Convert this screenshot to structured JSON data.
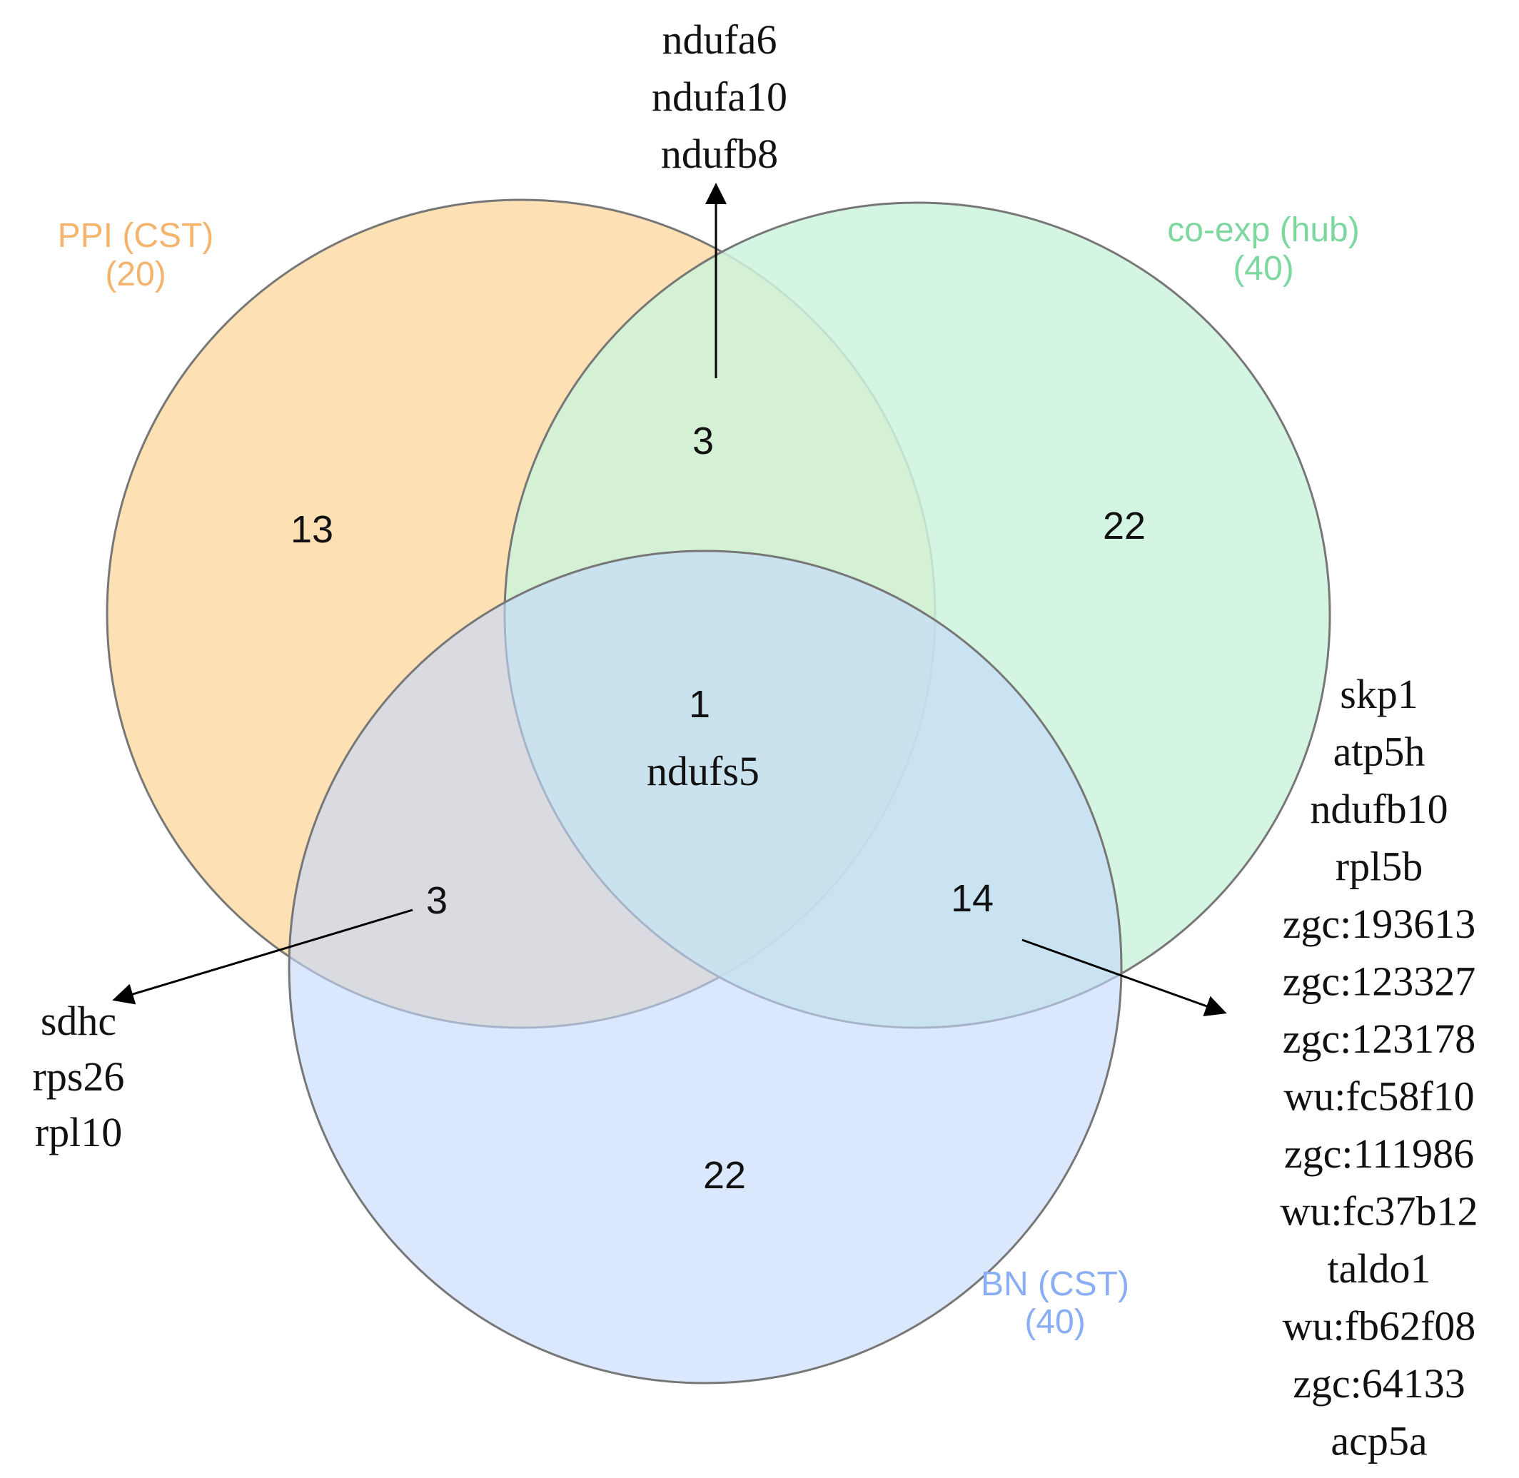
{
  "sets": {
    "ppi": {
      "name": "PPI (CST)",
      "size": "(20)",
      "fill": "#fde0b4",
      "label_color": "#f5b46e"
    },
    "coexp": {
      "name": "co-exp (hub)",
      "size": "(40)",
      "fill": "#cdf3dc",
      "label_color": "#7fd7a0"
    },
    "bn": {
      "name": "BN (CST)",
      "size": "(40)",
      "fill": "#c4d9fb",
      "label_color": "#8aaef5"
    }
  },
  "regions": {
    "ppi_only": "13",
    "coexp_only": "22",
    "bn_only": "22",
    "ppi_coexp": "3",
    "ppi_bn": "3",
    "coexp_bn": "14",
    "all_three": "1"
  },
  "genes": {
    "all_three": "ndufs5",
    "ppi_coexp": [
      "ndufa6",
      "ndufa10",
      "ndufb8"
    ],
    "ppi_bn": [
      "sdhc",
      "rps26",
      "rpl10"
    ],
    "coexp_bn": [
      "skp1",
      "atp5h",
      "ndufb10",
      "rpl5b",
      "zgc:193613",
      "zgc:123327",
      "zgc:123178",
      "wu:fc58f10",
      "zgc:111986",
      "wu:fc37b12",
      "taldo1",
      "wu:fb62f08",
      "zgc:64133",
      "acp5a"
    ]
  }
}
